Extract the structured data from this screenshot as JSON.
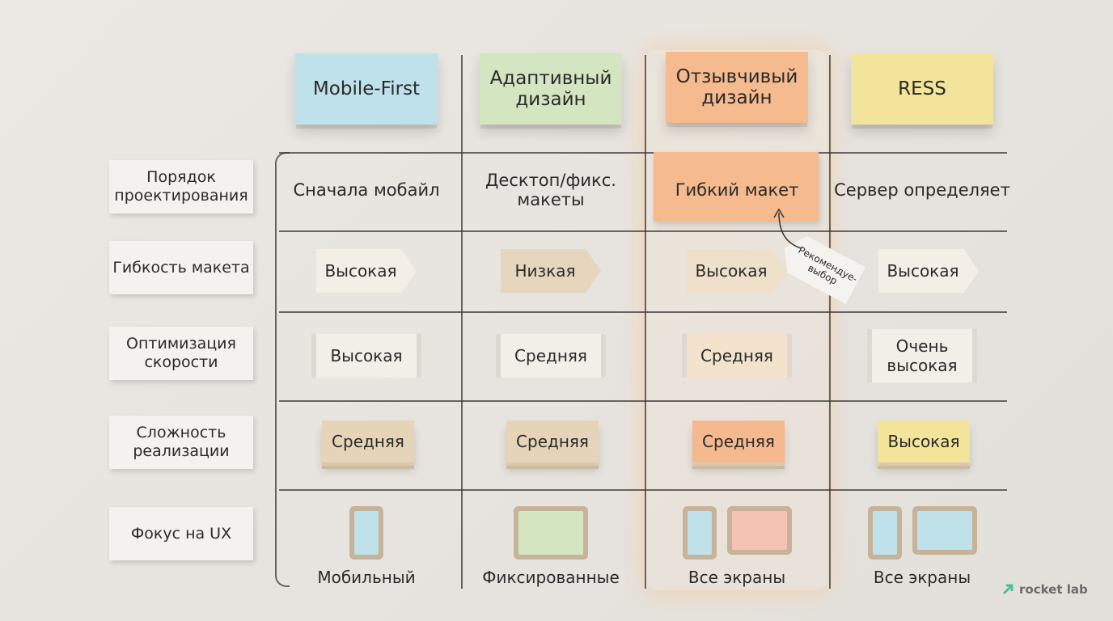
{
  "columns": [
    {
      "title": "Mobile-First",
      "color": "#bfe1ea"
    },
    {
      "title": "Адаптивный дизайн",
      "color": "#d3e6c1"
    },
    {
      "title": "Отзывчивый дизайн",
      "color": "#f5ba8e"
    },
    {
      "title": "RESS",
      "color": "#f3e49c"
    }
  ],
  "rows": [
    {
      "label": "Порядок проектирования",
      "cells": [
        "Сначала мобайл",
        "Десктоп/фикс. макеты",
        "Гибкий макет",
        "Сервер определяет"
      ]
    },
    {
      "label": "Гибкость макета",
      "cells": [
        "Высокая",
        "Низкая",
        "Высокая",
        "Высокая"
      ]
    },
    {
      "label": "Оптимизация скорости",
      "cells": [
        "Высокая",
        "Средняя",
        "Средняя",
        "Очень высокая"
      ]
    },
    {
      "label": "Сложность реализации",
      "cells": [
        "Средняя",
        "Средняя",
        "Средняя",
        "Высокая"
      ]
    },
    {
      "label": "Фокус на UX",
      "cells": [
        "Мобильный",
        "Фиксированные",
        "Все экраны",
        "Все экраны"
      ]
    }
  ],
  "recommended_tag": "Рекомендуе- выбор",
  "logo": {
    "text": "rocket lab",
    "icon": "rocket-arrow-icon",
    "color": "#4fbf9a"
  }
}
